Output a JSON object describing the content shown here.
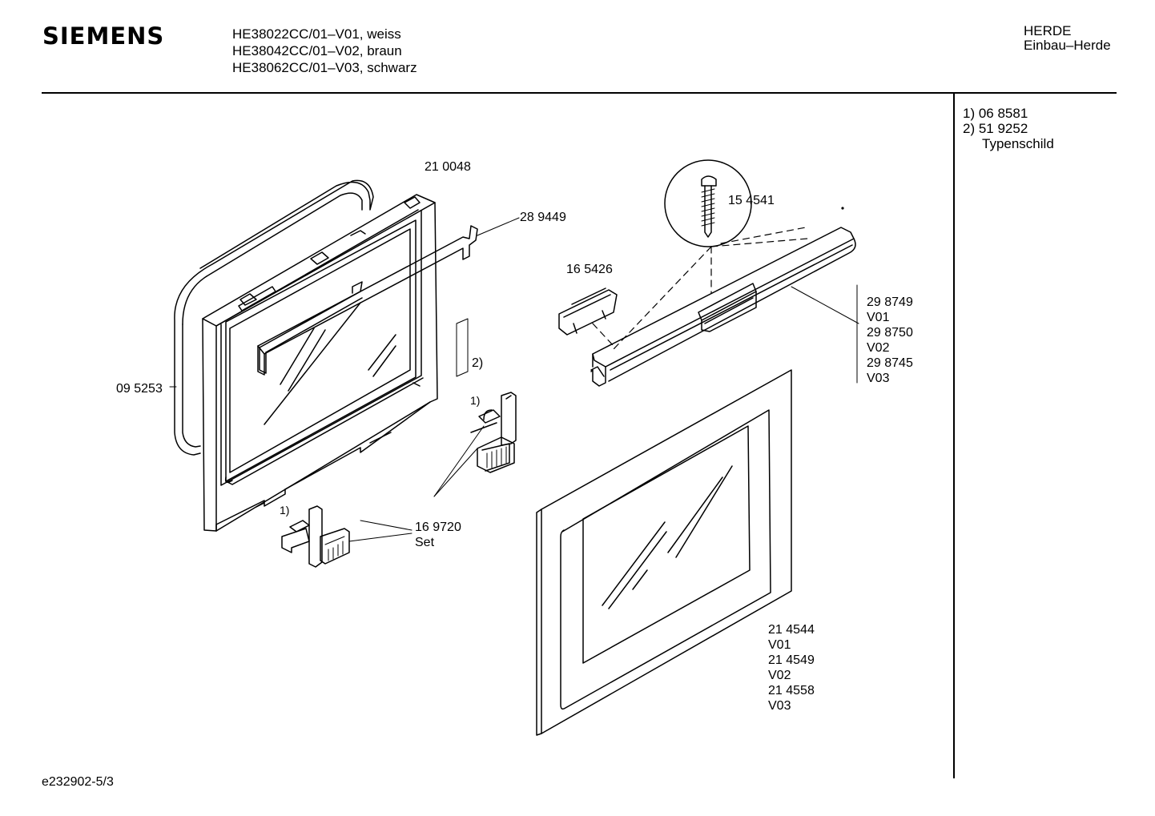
{
  "header": {
    "brand": "SIEMENS",
    "models": [
      "HE38022CC/01–V01, weiss",
      "HE38042CC/01–V02, braun",
      "HE38062CC/01–V03, schwarz"
    ],
    "category": [
      "HERDE",
      "Einbau–Herde"
    ]
  },
  "notes": {
    "line1": "1) 06 8581",
    "line2": "2) 51 9252",
    "line3": "Typenschild"
  },
  "labels": {
    "door_frame": "21 0048",
    "gasket": "09 5253",
    "bracket": "28 9449",
    "screw": "15 4541",
    "clip": "16 5426",
    "handle": [
      "29 8749",
      "V01",
      "29 8750",
      "V02",
      "29 8745",
      "V03"
    ],
    "rating_plate_ref": "2)",
    "hinge_ref_upper": "1)",
    "hinge_ref_lower": "1)",
    "hinge_set": [
      "16 9720",
      "Set"
    ],
    "outer_glass": [
      "21 4544",
      "V01",
      "21 4549",
      "V02",
      "21 4558",
      "V03"
    ]
  },
  "footer": {
    "code": "e232902-5/3"
  }
}
